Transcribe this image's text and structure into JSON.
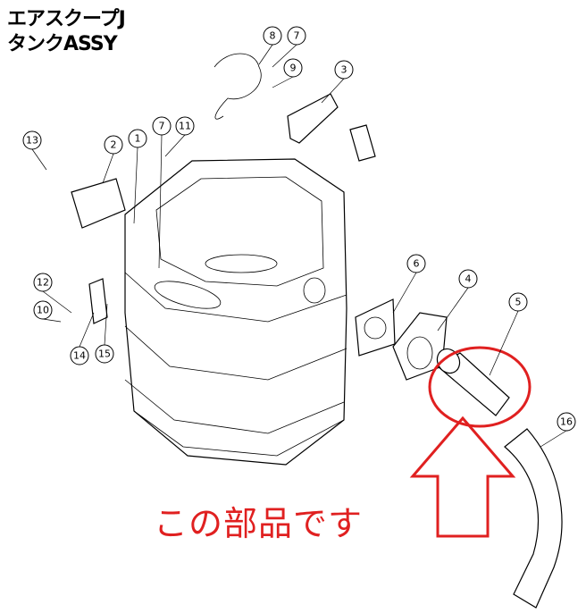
{
  "title": {
    "line1": "エアスクープJ",
    "line2": "タンクASSY"
  },
  "note": "この部品です",
  "callouts": [
    "8",
    "7",
    "9",
    "3",
    "13",
    "2",
    "1",
    "7",
    "11",
    "6",
    "4",
    "5",
    "12",
    "10",
    "14",
    "15",
    "16"
  ],
  "highlight_color": "#e02020"
}
